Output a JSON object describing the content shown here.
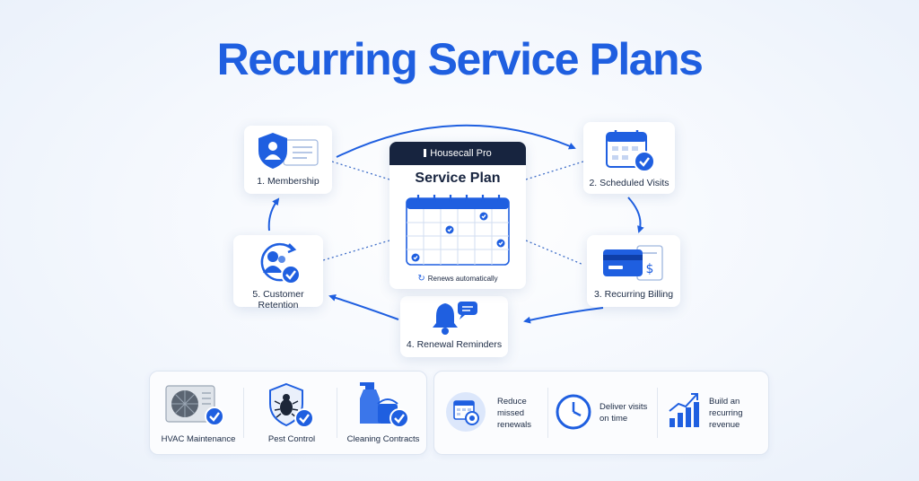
{
  "title": "Recurring Service Plans",
  "center": {
    "brand": "Housecall Pro",
    "title": "Service Plan",
    "footer": "Renews automatically"
  },
  "steps": [
    {
      "label": "1. Membership",
      "icon": "shield-person-id-icon"
    },
    {
      "label": "2. Scheduled Visits",
      "icon": "calendar-check-icon"
    },
    {
      "label": "3. Recurring Billing",
      "icon": "card-invoice-icon"
    },
    {
      "label": "4. Renewal Reminders",
      "icon": "bell-chat-icon"
    },
    {
      "label": "5. Customer Retention",
      "icon": "user-cycle-check-icon"
    }
  ],
  "use_cases": [
    {
      "label": "HVAC Maintenance",
      "icon": "ac-unit-check-icon"
    },
    {
      "label": "Pest Control",
      "icon": "bug-shield-check-icon"
    },
    {
      "label": "Cleaning Contracts",
      "icon": "cleaning-supplies-check-icon"
    }
  ],
  "benefits": [
    {
      "label": "Reduce missed renewals",
      "icon": "calendar-target-icon"
    },
    {
      "label": "Deliver visits on time",
      "icon": "clock-icon"
    },
    {
      "label": "Build an recurring revenue",
      "icon": "growth-chart-icon"
    }
  ],
  "colors": {
    "accent": "#1f5fe0",
    "dark": "#17243f",
    "text": "#1b2a44"
  }
}
